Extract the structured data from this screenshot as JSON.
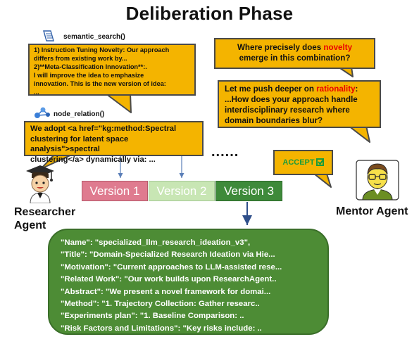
{
  "title": "Deliberation Phase",
  "tools": {
    "semantic_search": "semantic_search()",
    "node_relation": "node_relation()"
  },
  "researcher_bubbles": {
    "search_lines": [
      "1) Instruction Tuning Novelty: Our approach",
      "differs from existing work by...",
      "2)**Meta-Classification Innovation**:.",
      "I will improve the idea to emphasize",
      "innovation. This is the new version of idea:",
      "..."
    ],
    "relation_lines": [
      "We adopt <a href=\"kg:method:Spectral",
      "clustering for latent space analysis\">spectral",
      "clustering</a> dynamically via: ..."
    ]
  },
  "mentor_bubbles": {
    "q1_part1": "Where precisely does ",
    "q1_highlight": "novelty",
    "q1_part2": "emerge in this combination?",
    "q2_part1": "Let me push deeper on ",
    "q2_highlight": "rationality",
    "q2_part1_end": ":",
    "q2_rest": [
      "...How does your approach handle",
      "interdisciplinary research where",
      "domain boundaries blur?"
    ],
    "accept": "ACCEPT"
  },
  "ellipsis": "......",
  "versions": [
    "Version 1",
    "Version 2",
    "Version 3"
  ],
  "agents": {
    "researcher_line1": "Researcher",
    "researcher_line2": "Agent",
    "mentor": "Mentor Agent"
  },
  "idea_fields": [
    "\"Name\": \"specialized_llm_research_ideation_v3\",",
    "\"Title\": \"Domain-Specialized Research Ideation via Hie...",
    "\"Motivation\": \"Current approaches to LLM-assisted rese...",
    "\"Related Work\": \"Our work builds upon ResearchAgent..",
    "\"Abstract\": \"We present a novel framework for domai...",
    " \"Method\": \"1. Trajectory Collection: Gather researc..",
    "\"Experiments plan\": \"1. Baseline Comparison: ..",
    " \"Risk Factors and Limitations\": \"Key risks include: .."
  ],
  "colors": {
    "bubble": "#f4b400",
    "version1": "#df7b8f",
    "version2": "#c8e6b4",
    "version3": "#3e8a3a",
    "idea_box": "#4d8c35",
    "highlight": "#ea0000",
    "accept": "#1a9b3a"
  }
}
